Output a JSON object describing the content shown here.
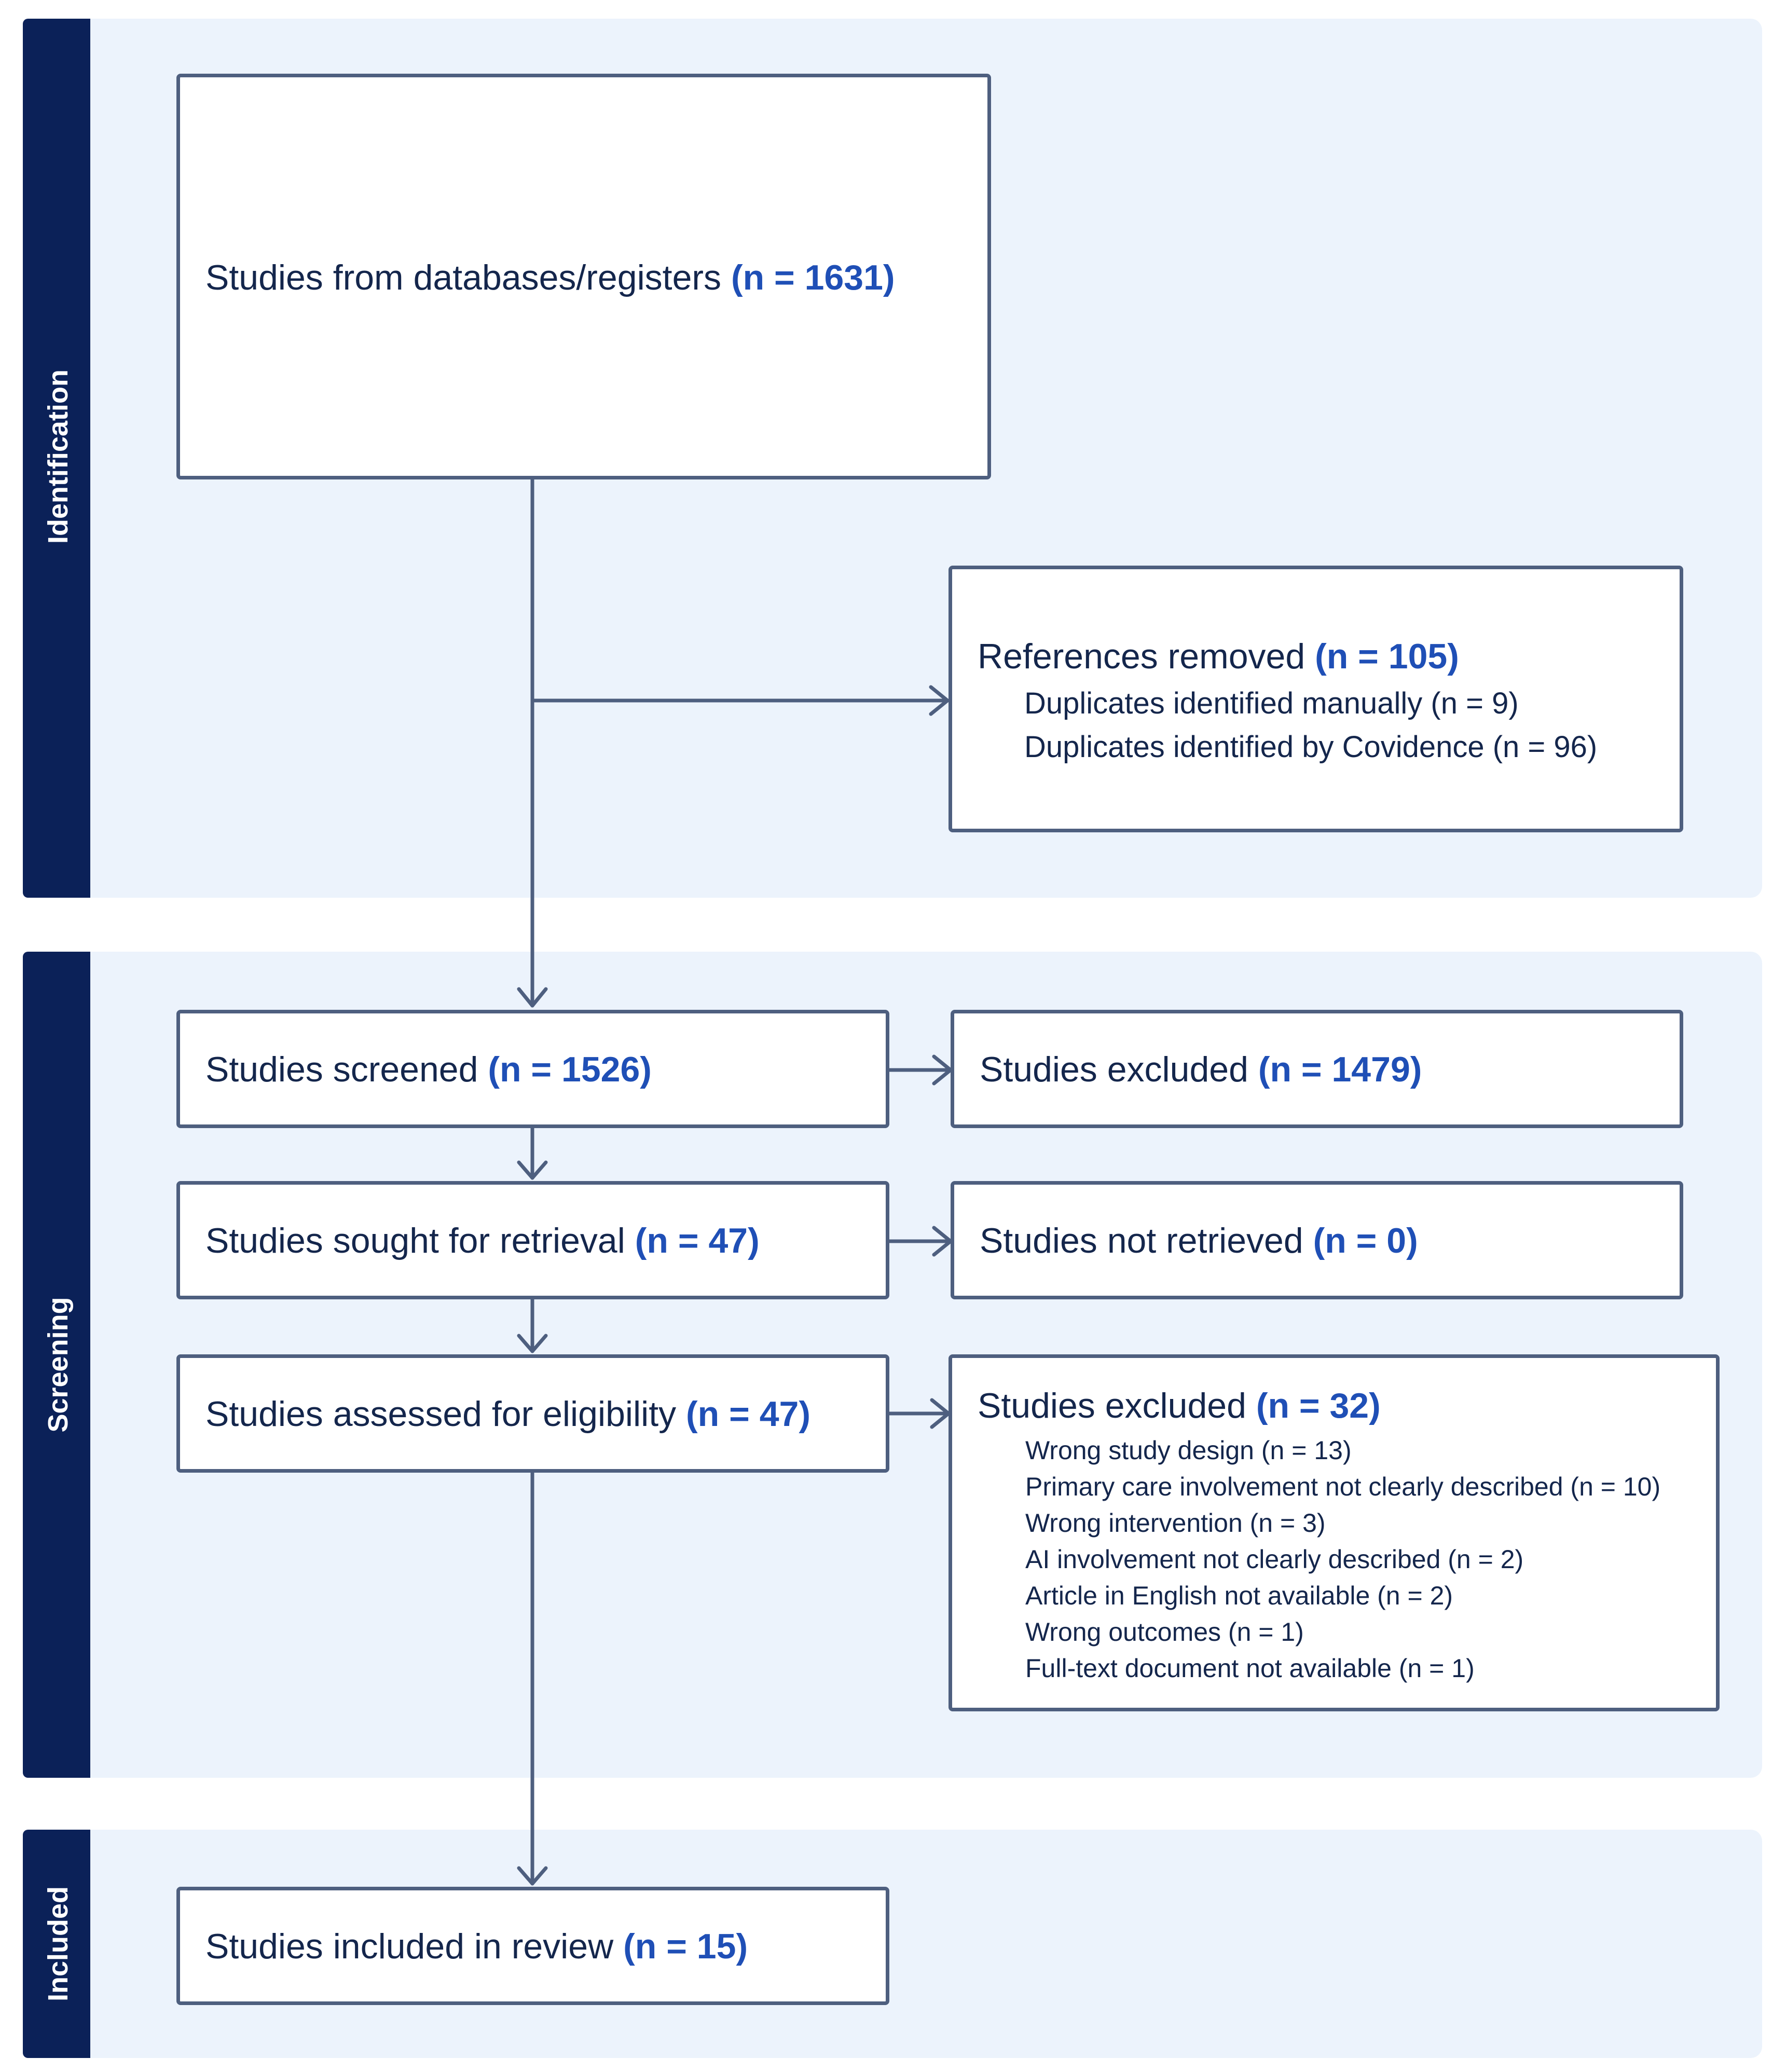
{
  "phases": {
    "identification": "Identification",
    "screening": "Screening",
    "included": "Included"
  },
  "records": {
    "label": "Studies from databases/registers",
    "count": "(n = 1631)"
  },
  "removed": {
    "label": "References removed",
    "count": "(n = 105)",
    "items": [
      "Duplicates identified manually (n = 9)",
      "Duplicates identified by Covidence (n = 96)"
    ]
  },
  "screened": {
    "label": "Studies screened",
    "count": "(n = 1526)"
  },
  "excluded_screen": {
    "label": "Studies excluded",
    "count": "(n = 1479)"
  },
  "sought": {
    "label": "Studies sought for retrieval",
    "count": "(n = 47)"
  },
  "not_retrieved": {
    "label": "Studies not retrieved",
    "count": "(n = 0)"
  },
  "assessed": {
    "label": "Studies assessed for eligibility",
    "count": "(n = 47)"
  },
  "excluded_full": {
    "label": "Studies excluded",
    "count": "(n = 32)",
    "reasons": [
      "Wrong study design (n = 13)",
      "Primary care involvement not clearly described (n = 10)",
      "Wrong intervention (n = 3)",
      "AI involvement not clearly described (n = 2)",
      "Article in English not available (n = 2)",
      "Wrong outcomes (n = 1)",
      "Full-text document not available (n = 1)"
    ]
  },
  "included": {
    "label": "Studies included in review",
    "count": "(n = 15)"
  },
  "colors": {
    "rail": "#0b2158",
    "band": "#ecf3fc",
    "box_border": "#4e5f7f",
    "count_text": "#1f4fb6",
    "arrow": "#4e5f7f"
  }
}
